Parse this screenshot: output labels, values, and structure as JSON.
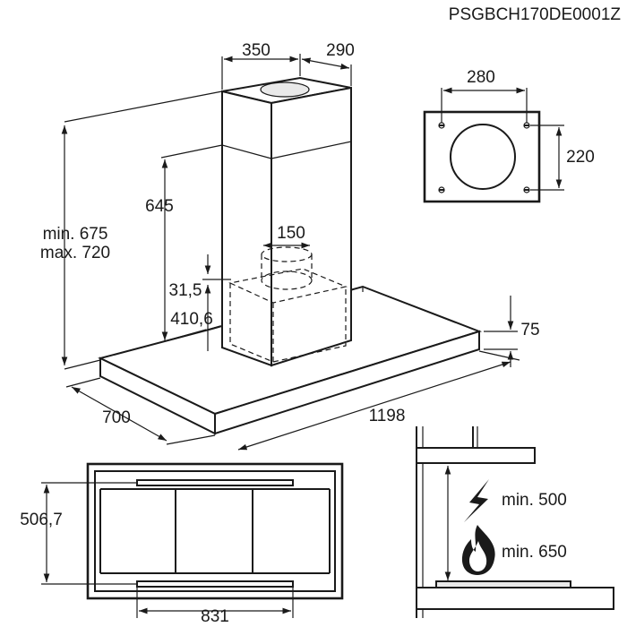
{
  "product_code": "PSGBCH170DE0001Z",
  "dimensions": {
    "chimney_width": "350",
    "chimney_depth": "290",
    "bracket_width": "280",
    "bracket_height": "220",
    "chimney_height": "645",
    "total_height_min": "min. 675",
    "total_height_max": "max. 720",
    "outlet_diameter": "150",
    "outlet_offset": "31,5",
    "hood_body_height": "410,6",
    "canopy_thickness": "75",
    "canopy_depth": "700",
    "canopy_width": "1198",
    "rail_depth": "506,7",
    "rail_length": "831"
  },
  "clearances": {
    "electric": "min. 500",
    "gas": "min. 650"
  },
  "icons": [
    "lightning-icon",
    "flame-icon"
  ]
}
